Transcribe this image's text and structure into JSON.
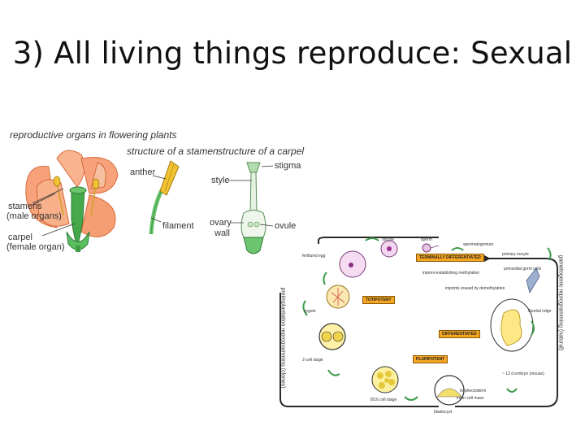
{
  "slide": {
    "title": "3) All living things reproduce: Sexual"
  },
  "flower_diagram": {
    "heading": "reproductive organs in flowering plants",
    "stamen_caption": "structure of a stamen",
    "carpel_caption": "structure of a carpel",
    "labels": {
      "stamens": "stamens",
      "male_organs": "(male organs)",
      "carpel": "carpel",
      "female_organ": "(female organ)",
      "anther": "anther",
      "filament": "filament",
      "style": "style",
      "stigma": "stigma",
      "ovary": "ovary",
      "wall": "wall",
      "ovule": "ovule"
    }
  },
  "cycle_diagram": {
    "stage_labels": {
      "oocyte": "oocyte",
      "sperm": "sperm",
      "spermatogonium": "spermatogonium",
      "primary_oocyte": "primary oocyte",
      "fertilized_egg": "fertilized egg",
      "zygote": "zygote",
      "two_cell": "2-cell stage",
      "eight_cell": "8/16 cell stage",
      "blastocyst": "blastocyst",
      "trophectoderm": "trophectoderm",
      "inner_cell_mass": "inner cell mass",
      "embryo": "~ 12 d embryo (mouse)",
      "genital_ridge": "Genital ridge",
      "primordial_germ_cells": "primordial germ cells",
      "imprint_methylation": "imprint-establishing methylation",
      "imprint_demethylation": "imprints erased by demethylation"
    },
    "state_boxes": {
      "terminal": "TERMINALLY DIFFERENTIATED",
      "totipotent": "TOTIPOTENT",
      "differentiated": "DIFFERENTIATED",
      "pluripotent": "PLURIPOTENT"
    },
    "side_labels": {
      "left": "preimplantation reprogramming (clones)",
      "right": "gametogenic reprogramming (natural)"
    }
  }
}
